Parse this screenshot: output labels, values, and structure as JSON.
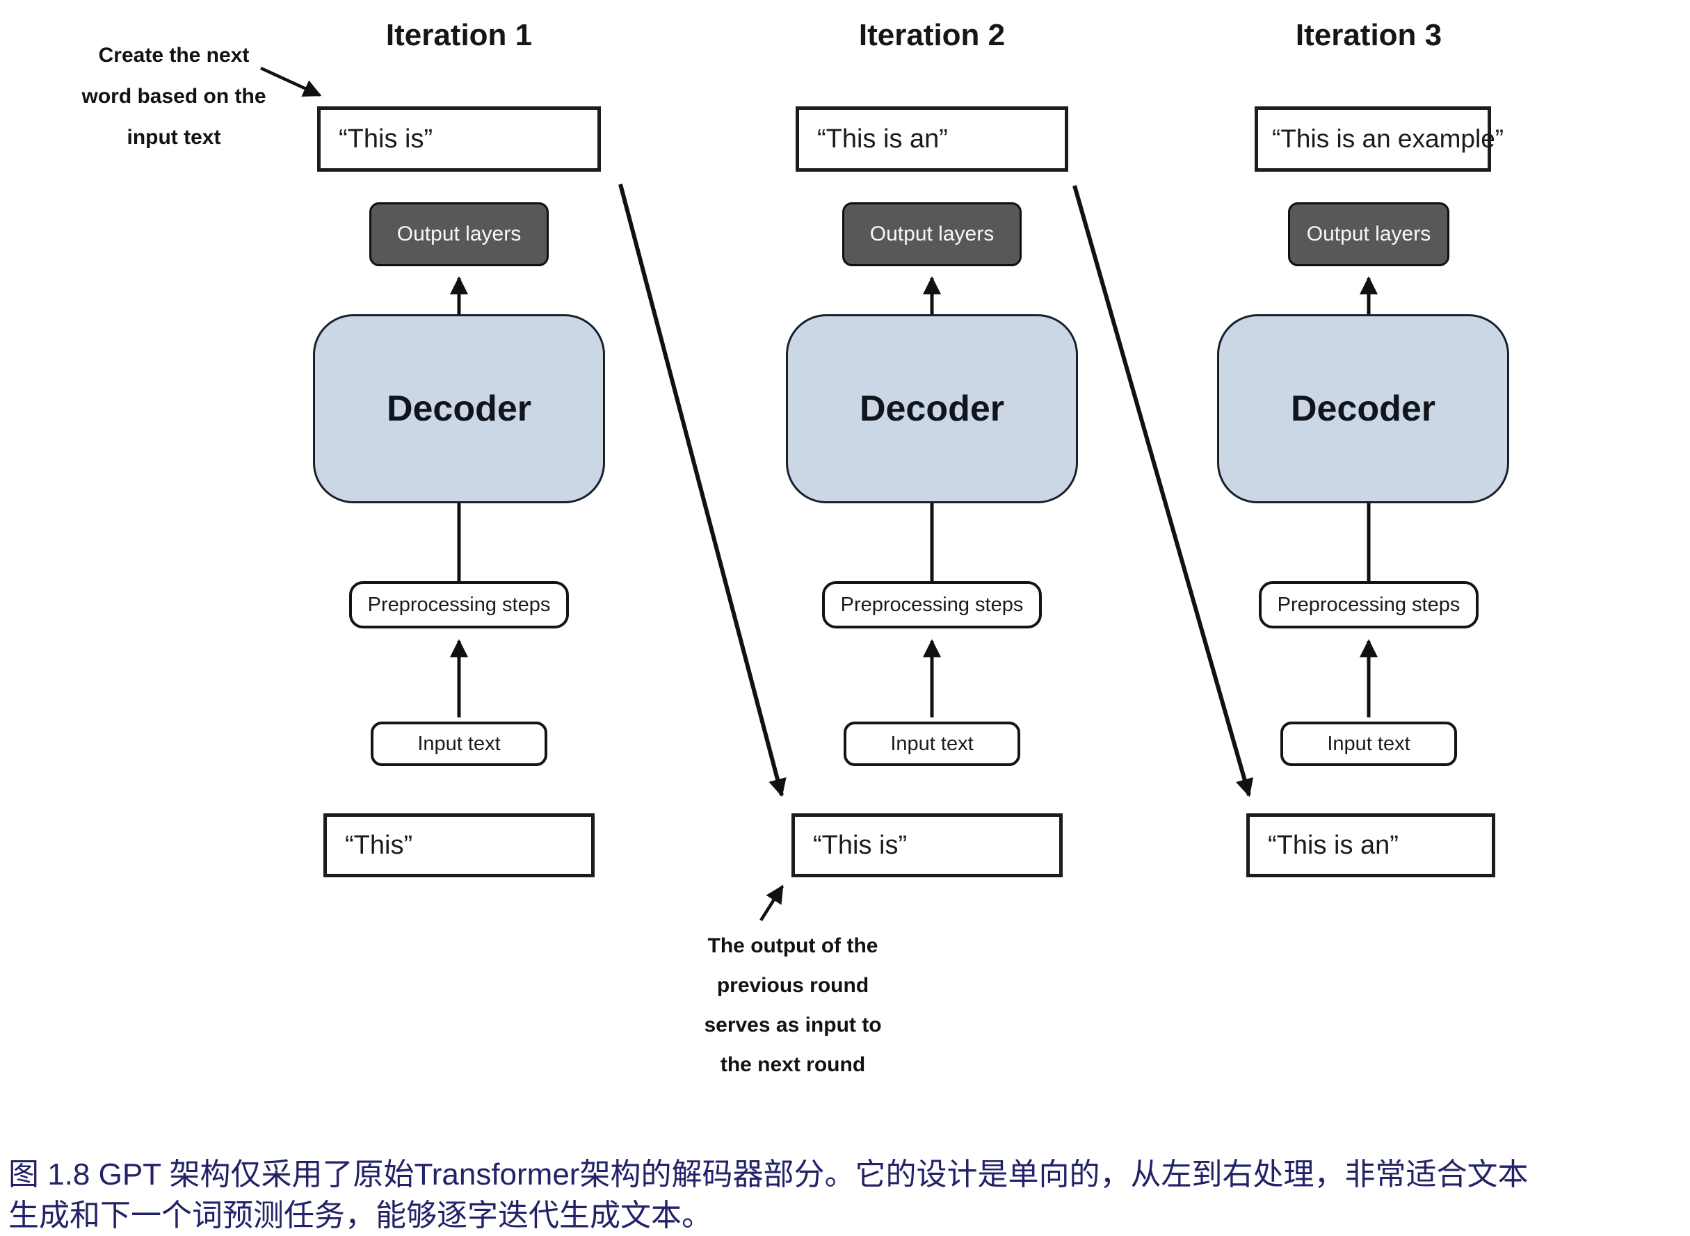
{
  "iterations": [
    {
      "title": "Iteration 1",
      "output_text": "“This is”",
      "output_layers_label": "Output layers",
      "decoder_label": "Decoder",
      "preprocessing_label": "Preprocessing steps",
      "input_label": "Input text",
      "input_text": "“This”"
    },
    {
      "title": "Iteration 2",
      "output_text": "“This is an”",
      "output_layers_label": "Output layers",
      "decoder_label": "Decoder",
      "preprocessing_label": "Preprocessing steps",
      "input_label": "Input text",
      "input_text": "“This is”"
    },
    {
      "title": "Iteration 3",
      "output_text": "“This is an example”",
      "output_layers_label": "Output layers",
      "decoder_label": "Decoder",
      "preprocessing_label": "Preprocessing steps",
      "input_label": "Input text",
      "input_text": "“This is an”"
    }
  ],
  "annotations": {
    "top_left": {
      "line1": "Create the next",
      "line2": "word based on the",
      "line3": "input text"
    },
    "bottom": {
      "line1": "The output of the",
      "line2": "previous round",
      "line3": "serves as input to",
      "line4": "the next round"
    }
  },
  "caption": {
    "line1": "图 1.8  GPT 架构仅采用了原始Transformer架构的解码器部分。它的设计是单向的，从左到右处理，非常适合文本",
    "line2": "生成和下一个词预测任务，能够逐字迭代生成文本。"
  },
  "colors": {
    "decoder_fill": "#ccd7e6",
    "output_layers_fill": "#58585a",
    "caption_text": "#222268",
    "arrow_stroke": "#111111",
    "box_border": "#1c1c1c"
  }
}
